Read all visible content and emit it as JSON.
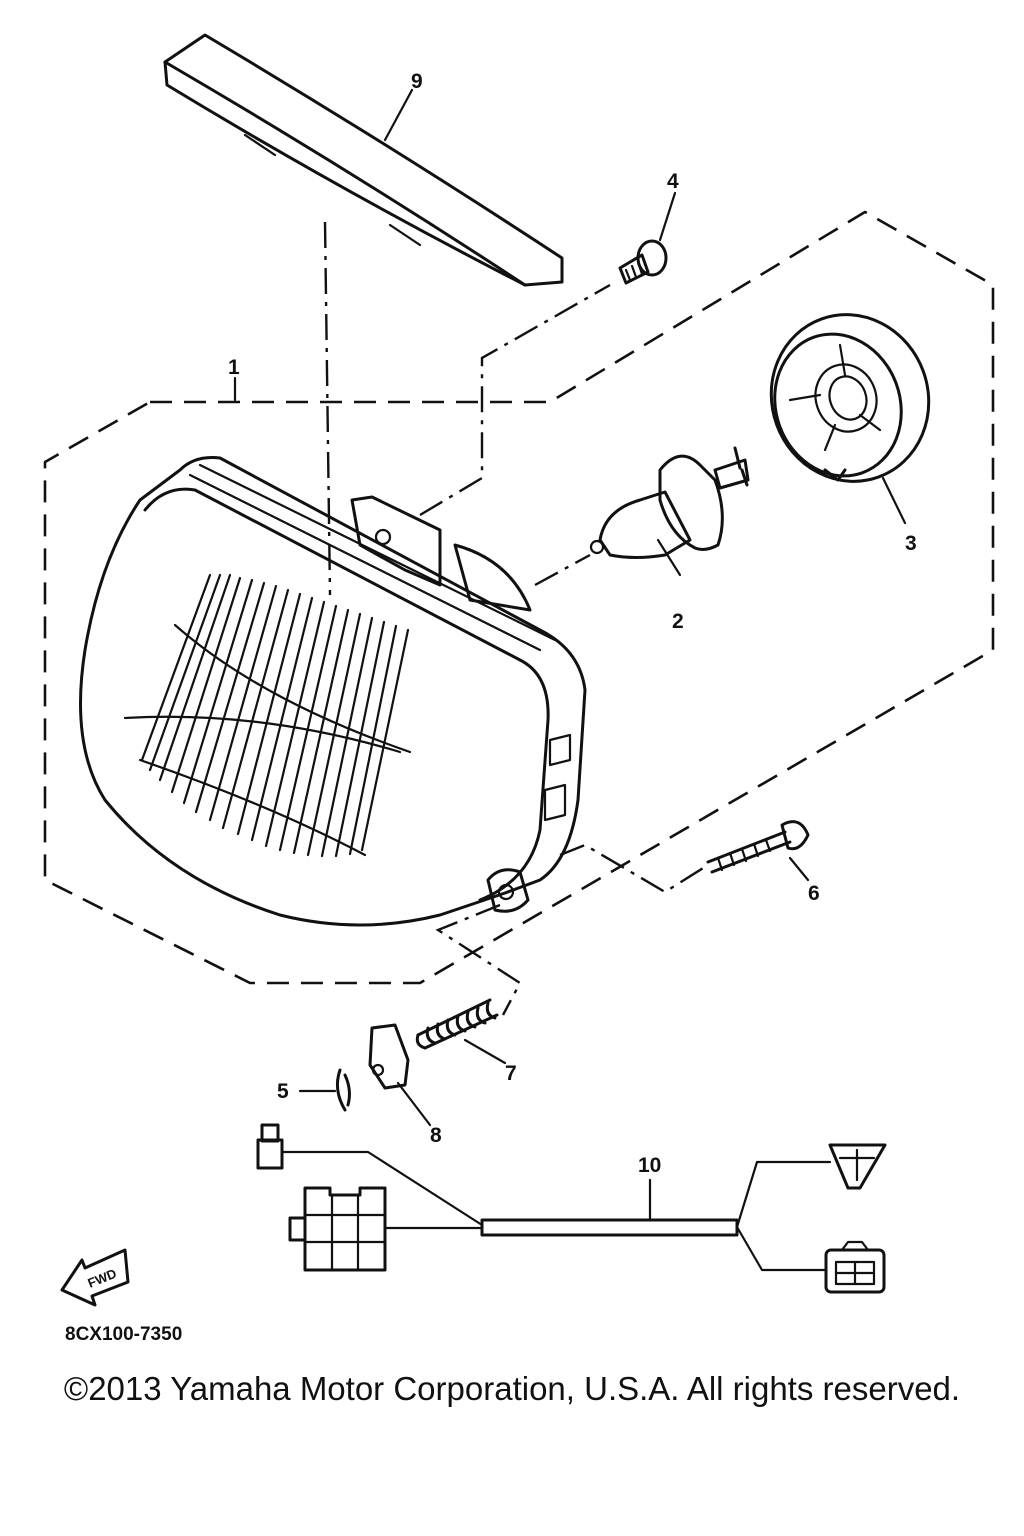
{
  "diagram": {
    "part_code": "8CX100-7350",
    "fwd_label": "FWD",
    "callouts": [
      {
        "id": "1",
        "label": "1"
      },
      {
        "id": "2",
        "label": "2"
      },
      {
        "id": "3",
        "label": "3"
      },
      {
        "id": "4",
        "label": "4"
      },
      {
        "id": "5",
        "label": "5"
      },
      {
        "id": "6",
        "label": "6"
      },
      {
        "id": "7",
        "label": "7"
      },
      {
        "id": "8",
        "label": "8"
      },
      {
        "id": "9",
        "label": "9"
      },
      {
        "id": "10",
        "label": "10"
      }
    ]
  },
  "footer": {
    "copyright": "©2013 Yamaha Motor Corporation, U.S.A. All rights reserved."
  }
}
